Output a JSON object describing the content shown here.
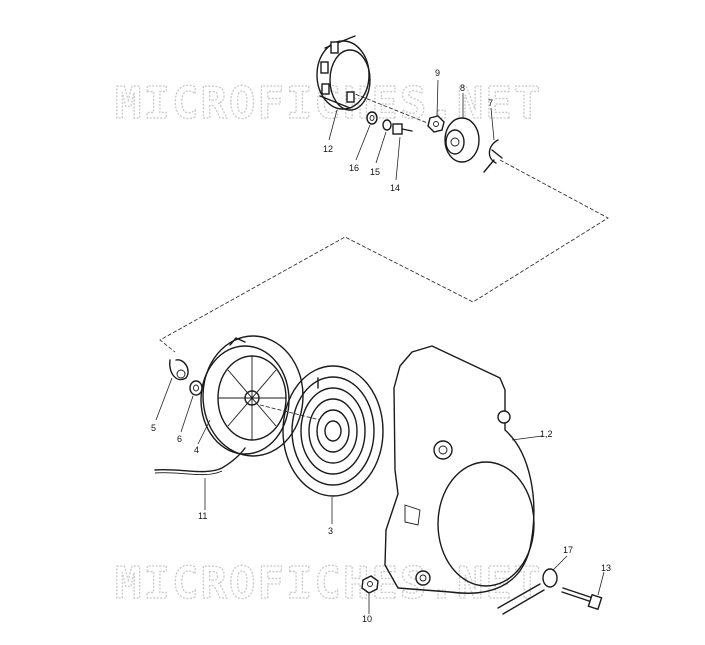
{
  "watermark": "MICROFICHES.NET",
  "callouts": {
    "p1_2": "1,2",
    "p3": "3",
    "p4": "4",
    "p5": "5",
    "p6": "6",
    "p7": "7",
    "p8": "8",
    "p9": "9",
    "p10": "10",
    "p11": "11",
    "p12": "12",
    "p13": "13",
    "p14": "14",
    "p15": "15",
    "p16": "16",
    "p17": "17"
  }
}
